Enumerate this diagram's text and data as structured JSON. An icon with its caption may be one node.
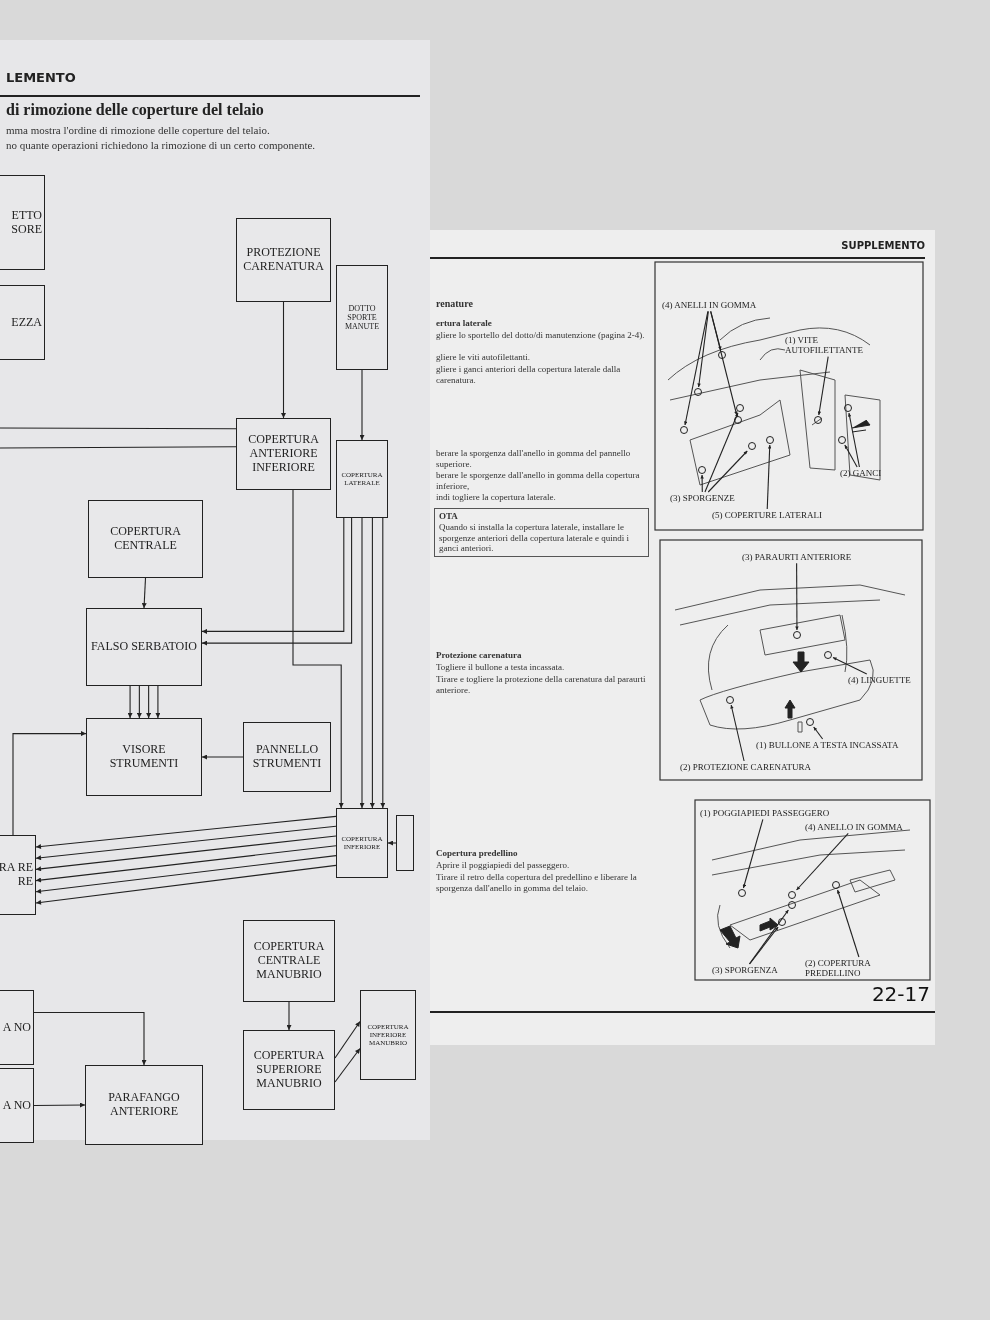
{
  "diagram": {
    "nodes": [
      {
        "text": [
          "ETTO SORE"
        ]
      },
      {
        "text": [
          "EZZA"
        ]
      },
      {
        "text": [
          "PROTEZIONE CARENATURA"
        ]
      },
      {
        "text": [
          "DOTTO SPORTE MANUTE"
        ]
      },
      {
        "text": [
          "COPERTURA ANTERIORE INFERIORE"
        ]
      },
      {
        "text": [
          "COPERTURA LATERALE"
        ]
      },
      {
        "text": [
          "COPERTURA CENTRALE"
        ]
      },
      {
        "text": [
          "FALSO SERBATOIO"
        ]
      },
      {
        "text": [
          "VISORE STRUMENTI"
        ]
      },
      {
        "text": [
          "PANNELLO STRUMENTI"
        ]
      },
      {
        "text": [
          "RA RE RE"
        ]
      },
      {
        "text": [
          "COPERTURA INFERIORE"
        ]
      },
      {
        "text": [],
        "shape": "box"
      },
      {
        "text": [
          "COPERTURA CENTRALE MANUBRIO"
        ]
      },
      {
        "text": [
          "A NO"
        ]
      },
      {
        "text": [
          "A NO"
        ]
      },
      {
        "text": [
          "PARAFANGO ANTERIORE"
        ]
      },
      {
        "text": [
          "COPERTURA SUPERIORE MANUBRIO"
        ]
      },
      {
        "text": [
          "COPERTURA INFERIORE MANUBRIO"
        ]
      },
      {
        "text": [
          "(4) ANELLI IN GOMMA"
        ]
      },
      {
        "text": [
          "(1) VITE AUTOFILETTANTE"
        ]
      },
      {
        "text": [
          "(2) GANCI"
        ]
      },
      {
        "text": [
          "(3) SPORGENZE"
        ]
      },
      {
        "text": [
          "(5) COPERTURE LATERALI"
        ]
      },
      {
        "text": [
          "(3) PARAURTI ANTERIORE"
        ]
      },
      {
        "text": [
          "(4) LINGUETTE"
        ]
      },
      {
        "text": [
          "(1) BULLONE A TESTA INCASSATA"
        ]
      },
      {
        "text": [
          "(2) PROTEZIONE CARENATURA"
        ]
      },
      {
        "text": [
          "(1) POGGIAPIEDI PASSEGGERO"
        ]
      },
      {
        "text": [
          "(4) ANELLO IN GOMMA"
        ]
      },
      {
        "text": [
          "(3) SPORGENZA"
        ]
      },
      {
        "text": [
          "(2) COPERTURA PREDELLINO"
        ]
      },
      {
        "text": [],
        "shape": "circle"
      },
      {
        "text": [],
        "shape": "circle"
      },
      {
        "text": [],
        "shape": "circle"
      },
      {
        "text": [],
        "shape": "circle"
      },
      {
        "text": [],
        "shape": "circle"
      },
      {
        "text": [],
        "shape": "circle"
      },
      {
        "text": [],
        "shape": "circle"
      },
      {
        "text": [],
        "shape": "circle"
      },
      {
        "text": [],
        "shape": "circle"
      },
      {
        "text": [],
        "shape": "circle"
      },
      {
        "text": [],
        "shape": "circle"
      },
      {
        "text": [],
        "shape": "circle"
      },
      {
        "text": [],
        "shape": "circle"
      },
      {
        "text": [],
        "shape": "circle"
      },
      {
        "text": [],
        "shape": "circle"
      },
      {
        "text": [],
        "shape": "circle"
      },
      {
        "text": [],
        "shape": "circle"
      },
      {
        "text": [],
        "shape": "circle"
      },
      {
        "text": [],
        "shape": "circle"
      },
      {
        "text": [],
        "shape": "circle"
      }
    ],
    "edges": [
      {
        "from": 2,
        "to": 4,
        "arrow": "to"
      },
      {
        "from": 3,
        "to": 5,
        "arrow": "to"
      },
      {
        "from": null,
        "to": 4,
        "arrow": "none"
      },
      {
        "from": null,
        "to": 4,
        "arrow": "none"
      },
      {
        "from": 6,
        "to": 7,
        "arrow": "to"
      },
      {
        "from": 7,
        "to": 8,
        "arrow": "to"
      },
      {
        "from": 7,
        "to": 8,
        "arrow": "to"
      },
      {
        "from": 7,
        "to": 8,
        "arrow": "to"
      },
      {
        "from": 7,
        "to": 8,
        "arrow": "to"
      },
      {
        "from": 9,
        "to": 8,
        "arrow": "to"
      },
      {
        "from": 10,
        "to": 8,
        "arrow": "to"
      },
      {
        "from": 11,
        "to": 10,
        "arrow": "to"
      },
      {
        "from": 11,
        "to": 10,
        "arrow": "to"
      },
      {
        "from": 11,
        "to": 10,
        "arrow": "to"
      },
      {
        "from": 11,
        "to": 10,
        "arrow": "to"
      },
      {
        "from": 11,
        "to": 10,
        "arrow": "to"
      },
      {
        "from": 11,
        "to": 10,
        "arrow": "to"
      },
      {
        "from": 5,
        "to": 7,
        "arrow": "to"
      },
      {
        "from": 5,
        "to": 7,
        "arrow": "to"
      },
      {
        "from": 4,
        "to": 11,
        "arrow": "to"
      },
      {
        "from": 5,
        "to": 11,
        "arrow": "to"
      },
      {
        "from": 5,
        "to": 11,
        "arrow": "to"
      },
      {
        "from": 5,
        "to": 11,
        "arrow": "to"
      },
      {
        "from": 12,
        "to": 11,
        "arrow": "to"
      },
      {
        "from": 13,
        "to": 17,
        "arrow": "to"
      },
      {
        "from": 17,
        "to": 18,
        "arrow": "to"
      },
      {
        "from": 17,
        "to": 18,
        "arrow": "to"
      },
      {
        "from": 14,
        "to": 16,
        "arrow": "to"
      },
      {
        "from": 15,
        "to": 16,
        "arrow": "to"
      },
      {
        "from": 19,
        "to": 32,
        "arrow": "to"
      },
      {
        "from": 19,
        "to": 33,
        "arrow": "to"
      },
      {
        "from": 19,
        "to": 34,
        "arrow": "to"
      },
      {
        "from": 19,
        "to": 35,
        "arrow": "to"
      },
      {
        "from": 20,
        "to": 36,
        "arrow": "to"
      },
      {
        "from": 21,
        "to": 37,
        "arrow": "to"
      },
      {
        "from": 21,
        "to": 38,
        "arrow": "to"
      },
      {
        "from": 22,
        "to": 39,
        "arrow": "to"
      },
      {
        "from": 22,
        "to": 40,
        "arrow": "to"
      },
      {
        "from": 22,
        "to": 41,
        "arrow": "to"
      },
      {
        "from": 23,
        "to": 42,
        "arrow": "to"
      },
      {
        "from": 24,
        "to": 43,
        "arrow": "to"
      },
      {
        "from": 25,
        "to": 44,
        "arrow": "to"
      },
      {
        "from": 26,
        "to": 45,
        "arrow": "to"
      },
      {
        "from": 27,
        "to": 46,
        "arrow": "to"
      },
      {
        "from": 28,
        "to": 47,
        "arrow": "to"
      },
      {
        "from": 29,
        "to": 48,
        "arrow": "to"
      },
      {
        "from": 30,
        "to": 49,
        "arrow": "to"
      },
      {
        "from": 30,
        "to": 50,
        "arrow": "to"
      },
      {
        "from": 31,
        "to": 51,
        "arrow": "to"
      }
    ],
    "labels": [
      "LEMENTO",
      "di rimozione delle coperture del telaio",
      "mma mostra l'ordine di rimozione delle coperture del telaio.",
      "no quante operazioni richiedono la rimozione di un certo componente.",
      "SUPPLEMENTO",
      "renature",
      "ertura laterale",
      "gliere lo sportello del dotto/di manutenzione (pagina 2-4).",
      "gliere le viti autofilettanti.",
      "gliere i ganci anteriori della copertura laterale dalla carenatura.",
      "berare la sporgenza dall'anello in gomma del pannello superiore.",
      "berare le sporgenze dall'anello in gomma della copertura inferiore,",
      "indi togliere la copertura laterale.",
      "OTA",
      "Quando si installa la copertura laterale, installare le sporgenze anteriori della copertura laterale e quindi i ganci anteriori.",
      "Protezione carenatura",
      "Togliere il bullone a testa incassata.",
      "Tirare e togliere la protezione della carenatura dal paraurti anteriore.",
      "Copertura predellino",
      "Aprire il poggiapiedi del passeggero.",
      "Tirare il retro della copertura del predellino e liberare la sporgenza dall'anello in gomma del telaio.",
      "22-17"
    ]
  }
}
